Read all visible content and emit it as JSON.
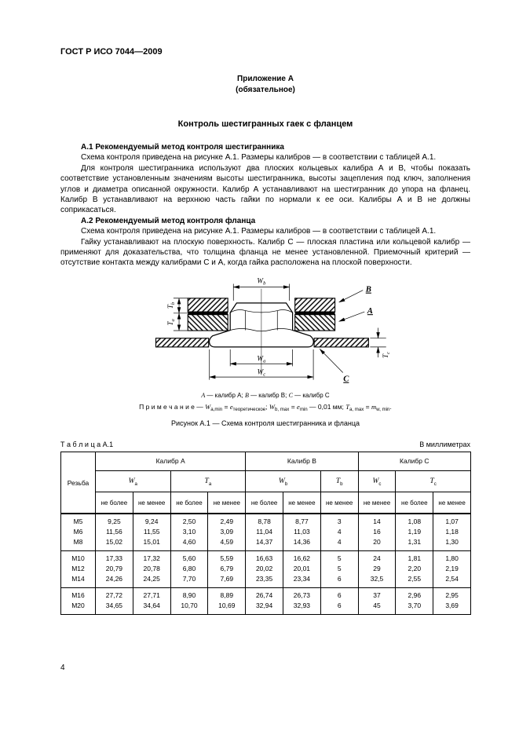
{
  "header": {
    "standard_code": "ГОСТ Р ИСО 7044—2009"
  },
  "annex": {
    "label": "Приложение А",
    "kind": "(обязательное)"
  },
  "doc_title": "Контроль шестигранных гаек с фланцем",
  "sections": [
    {
      "heading": "А.1  Рекомендуемый метод контроля шестигранника",
      "paragraphs": [
        "Схема контроля приведена на рисунке А.1. Размеры калибров — в соответствии с таблицей А.1.",
        "Для контроля шестигранника используют два плоских кольцевых калибра А и В, чтобы показать соответствие установленным значениям высоты шестигранника, высоты зацепления под ключ, заполнения углов и диаметра описанной окружности. Калибр А устанавливают на шестигранник до упора на фланец. Калибр В устанавливают на верхнюю часть гайки по нормали к ее оси. Калибры А и В не должны соприкасаться."
      ]
    },
    {
      "heading": "А.2  Рекомендуемый метод контроля фланца",
      "paragraphs": [
        "Схема контроля приведена на рисунке А.1. Размеры калибров — в соответствии с таблицей А.1.",
        "Гайку устанавливают на плоскую поверхность. Калибр С — плоская пластина или кольцевой калибр — применяют для доказательства, что толщина фланца не менее установленной. Приемочный критерий — отсутствие контакта между калибрами С и А, когда гайка расположена на плоской поверхности."
      ]
    }
  ],
  "figure": {
    "gauge_labels": {
      "b": "В",
      "a": "А",
      "c": "С"
    },
    "dims": {
      "wb": {
        "m": "W",
        "s": "b"
      },
      "wa": {
        "m": "W",
        "s": "a"
      },
      "wc": {
        "m": "W",
        "s": "c"
      },
      "tb": {
        "m": "T",
        "s": "b"
      },
      "ta": {
        "m": "T",
        "s": "a"
      },
      "tc": {
        "m": "T",
        "s": "c"
      }
    },
    "legend_segments": [
      {
        "t": "А",
        "s": "i"
      },
      {
        "t": " — калибр А; "
      },
      {
        "t": "В",
        "s": "i"
      },
      {
        "t": " — калибр В; "
      },
      {
        "t": "С",
        "s": "i"
      },
      {
        "t": " — калибр С"
      }
    ],
    "note_segments": [
      {
        "t": "П р и м е ч а н и е — "
      },
      {
        "t": "W",
        "s": "i"
      },
      {
        "t": "a,min",
        "s": "sub"
      },
      {
        "t": " = "
      },
      {
        "t": "e",
        "s": "i"
      },
      {
        "t": "теоретическое",
        "s": "sub"
      },
      {
        "t": "; "
      },
      {
        "t": "W",
        "s": "i"
      },
      {
        "t": "b, max",
        "s": "sub"
      },
      {
        "t": " = "
      },
      {
        "t": "e",
        "s": "i"
      },
      {
        "t": "min",
        "s": "sub"
      },
      {
        "t": " — 0,01 мм; "
      },
      {
        "t": "T",
        "s": "i"
      },
      {
        "t": "a, max",
        "s": "sub"
      },
      {
        "t": " = "
      },
      {
        "t": "m",
        "s": "i"
      },
      {
        "t": "w, min",
        "s": "sub"
      },
      {
        "t": "."
      }
    ],
    "caption": "Рисунок А.1 — Схема контроля шестигранника и фланца"
  },
  "table": {
    "caption": "Т а б л и ц а  А.1",
    "units": "В миллиметрах",
    "col_thread": "Резьба",
    "groups": [
      {
        "label": "Калибр А"
      },
      {
        "label": "Калибр В"
      },
      {
        "label": "Калибр С"
      }
    ],
    "dims": [
      [
        {
          "t": "W",
          "s": "i"
        },
        {
          "t": "a",
          "s": "sub"
        }
      ],
      [
        {
          "t": "T",
          "s": "i"
        },
        {
          "t": "a",
          "s": "sub"
        }
      ],
      [
        {
          "t": "W",
          "s": "i"
        },
        {
          "t": "b",
          "s": "sub"
        }
      ],
      [
        {
          "t": "T",
          "s": "i"
        },
        {
          "t": "b",
          "s": "sub"
        }
      ],
      [
        {
          "t": "W",
          "s": "i"
        },
        {
          "t": "c",
          "s": "sub"
        }
      ],
      [
        {
          "t": "T",
          "s": "i"
        },
        {
          "t": "c",
          "s": "sub"
        }
      ]
    ],
    "limit_row": [
      "не более",
      "не менее",
      "не более",
      "не менее",
      "не более",
      "не менее",
      "не менее",
      "не менее",
      "не более",
      "не менее"
    ],
    "row_groups": [
      {
        "rows": [
          [
            "М5",
            "9,25",
            "9,24",
            "2,50",
            "2,49",
            "8,78",
            "8,77",
            "3",
            "14",
            "1,08",
            "1,07"
          ],
          [
            "М6",
            "11,56",
            "11,55",
            "3,10",
            "3,09",
            "11,04",
            "11,03",
            "4",
            "16",
            "1,19",
            "1,18"
          ],
          [
            "М8",
            "15,02",
            "15,01",
            "4,60",
            "4,59",
            "14,37",
            "14,36",
            "4",
            "20",
            "1,31",
            "1,30"
          ]
        ]
      },
      {
        "rows": [
          [
            "М10",
            "17,33",
            "17,32",
            "5,60",
            "5,59",
            "16,63",
            "16,62",
            "5",
            "24",
            "1,81",
            "1,80"
          ],
          [
            "М12",
            "20,79",
            "20,78",
            "6,80",
            "6,79",
            "20,02",
            "20,01",
            "5",
            "29",
            "2,20",
            "2,19"
          ],
          [
            "М14",
            "24,26",
            "24,25",
            "7,70",
            "7,69",
            "23,35",
            "23,34",
            "6",
            "32,5",
            "2,55",
            "2,54"
          ]
        ]
      },
      {
        "rows": [
          [
            "М16",
            "27,72",
            "27,71",
            "8,90",
            "8,89",
            "26,74",
            "26,73",
            "6",
            "37",
            "2,96",
            "2,95"
          ],
          [
            "М20",
            "34,65",
            "34,64",
            "10,70",
            "10,69",
            "32,94",
            "32,93",
            "6",
            "45",
            "3,70",
            "3,69"
          ]
        ]
      }
    ]
  },
  "page_number": "4"
}
